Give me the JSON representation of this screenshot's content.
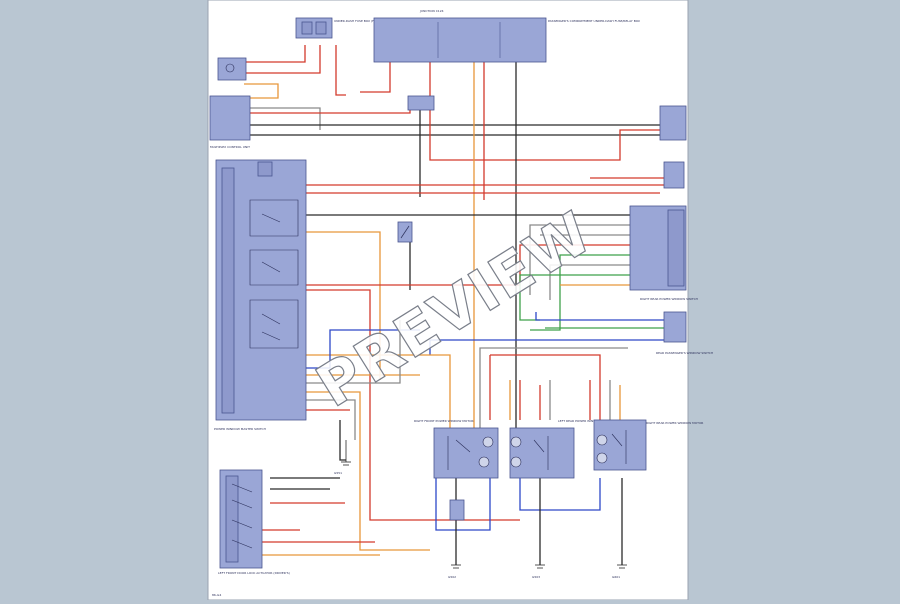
{
  "diagram": {
    "title": "",
    "page_number": "86-G4",
    "watermark": "PREVIEW",
    "colors": {
      "paper": "#ffffff",
      "background": "#b9c6d2",
      "component": "#9aa6d6",
      "red": "#d33a2c",
      "orange": "#e8963a",
      "blue": "#2d48c8",
      "green": "#3fa14a",
      "gray": "#8a8a8a",
      "black": "#2b2b2b"
    },
    "components": {
      "fuse_left": "UNDER-DASH FUSE BOX (FUSE 1 RED)",
      "fuse_top_right": "PASSENGER'S COMPARTMENT UNDER-DASH FUSE/RELAY BOX",
      "junction_top": "JUNCTION C124",
      "main_relay": "MULTIPLEX CONTROL UNIT",
      "driver_switch": "POWER WINDOW MASTER SWITCH",
      "right_switch": "RIGHT REAR POWER WINDOW SWITCH",
      "rear_connector": "REAR PASSENGER'S WINDOW SWITCH",
      "motor1": "RIGHT FRONT POWER WINDOW MOTOR",
      "motor2": "LEFT REAR POWER WINDOW MOTOR",
      "motor3": "RIGHT REAR POWER WINDOW MOTOR",
      "door_lock": "LEFT FRONT DOOR LOCK ACTUATOR (DRIVER'S)",
      "ground_left": "G551",
      "ground_bottom": [
        "G502",
        "G503",
        "G601"
      ]
    }
  }
}
